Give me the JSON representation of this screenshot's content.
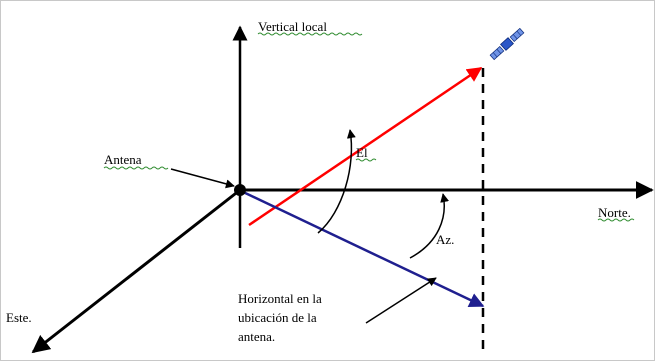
{
  "labels": {
    "vertical": "Vertical local",
    "antenna": "Antena",
    "elevation": "El",
    "azimuth": "Az.",
    "north": "Norte.",
    "east": "Este.",
    "horizontal_line1": "Horizontal en la",
    "horizontal_line2": "ubicación de la",
    "horizontal_line3": "antena."
  },
  "colors": {
    "axes": "#000000",
    "satellite_ray": "#ff0000",
    "horizontal_projection": "#1f1f8f",
    "satellite": "#2a56c8",
    "border": "#c8c8c8",
    "spellcheck_underline": "#2e8b2e"
  },
  "icons": {
    "satellite": "satellite-icon"
  }
}
